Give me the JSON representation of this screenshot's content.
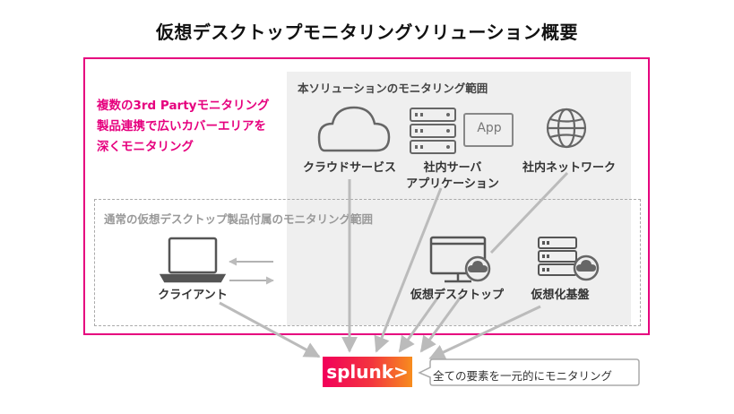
{
  "title": "仮想デスクトップモニタリングソリューション概要",
  "pink_description": [
    "複数の3rd Partyモニタリング",
    "製品連携で広いカバーエリアを",
    "深くモニタリング"
  ],
  "solution_scope_title": "本ソリューションのモニタリング範囲",
  "vdi_scope_title": "通常の仮想デスクトップ製品付属のモニタリング範囲",
  "nodes": {
    "cloud": "クラウドサービス",
    "server_line1": "社内サーバ",
    "server_line2": "アプリケーション",
    "app_badge": "App",
    "network": "社内ネットワーク",
    "client": "クライアント",
    "virtual_desktop": "仮想デスクトップ",
    "virtual_infra": "仮想化基盤"
  },
  "splunk_logo": "splunk>",
  "callout": "全ての要素を一元的にモニタリング",
  "colors": {
    "accent": "#e6007e",
    "scope_bg": "#efefef",
    "arrow": "#bbbbbb",
    "icon": "#666666"
  }
}
